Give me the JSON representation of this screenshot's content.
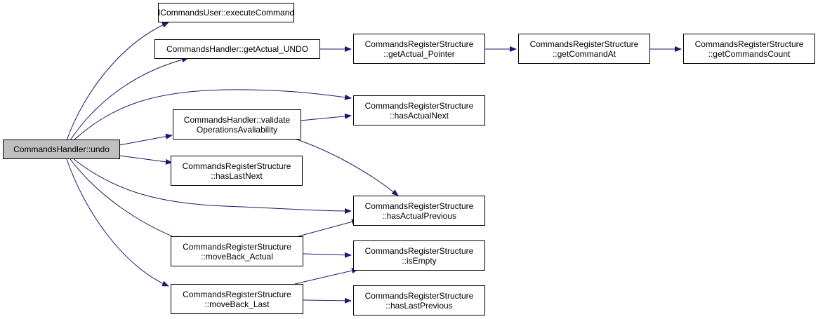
{
  "diagram": {
    "edge_color": "#191970",
    "root_fill": "#bfbfbf",
    "nodes": {
      "undo": {
        "lines": [
          "CommandsHandler::undo"
        ]
      },
      "execute_command": {
        "lines": [
          "ICommandsUser::executeCommand"
        ]
      },
      "get_actual_undo": {
        "lines": [
          "CommandsHandler::getActual_UNDO"
        ]
      },
      "validate_operations": {
        "lines": [
          "CommandsHandler::validate",
          "OperationsAvaliability"
        ]
      },
      "has_last_next": {
        "lines": [
          "CommandsRegisterStructure",
          "::hasLastNext"
        ]
      },
      "move_back_actual": {
        "lines": [
          "CommandsRegisterStructure",
          "::moveBack_Actual"
        ]
      },
      "move_back_last": {
        "lines": [
          "CommandsRegisterStructure",
          "::moveBack_Last"
        ]
      },
      "get_actual_pointer": {
        "lines": [
          "CommandsRegisterStructure",
          "::getActual_Pointer"
        ]
      },
      "has_actual_next": {
        "lines": [
          "CommandsRegisterStructure",
          "::hasActualNext"
        ]
      },
      "has_actual_previous": {
        "lines": [
          "CommandsRegisterStructure",
          "::hasActualPrevious"
        ]
      },
      "is_empty": {
        "lines": [
          "CommandsRegisterStructure",
          "::isEmpty"
        ]
      },
      "has_last_previous": {
        "lines": [
          "CommandsRegisterStructure",
          "::hasLastPrevious"
        ]
      },
      "get_command_at": {
        "lines": [
          "CommandsRegisterStructure",
          "::getCommandAt"
        ]
      },
      "get_commands_count": {
        "lines": [
          "CommandsRegisterStructure",
          "::getCommandsCount"
        ]
      }
    }
  }
}
